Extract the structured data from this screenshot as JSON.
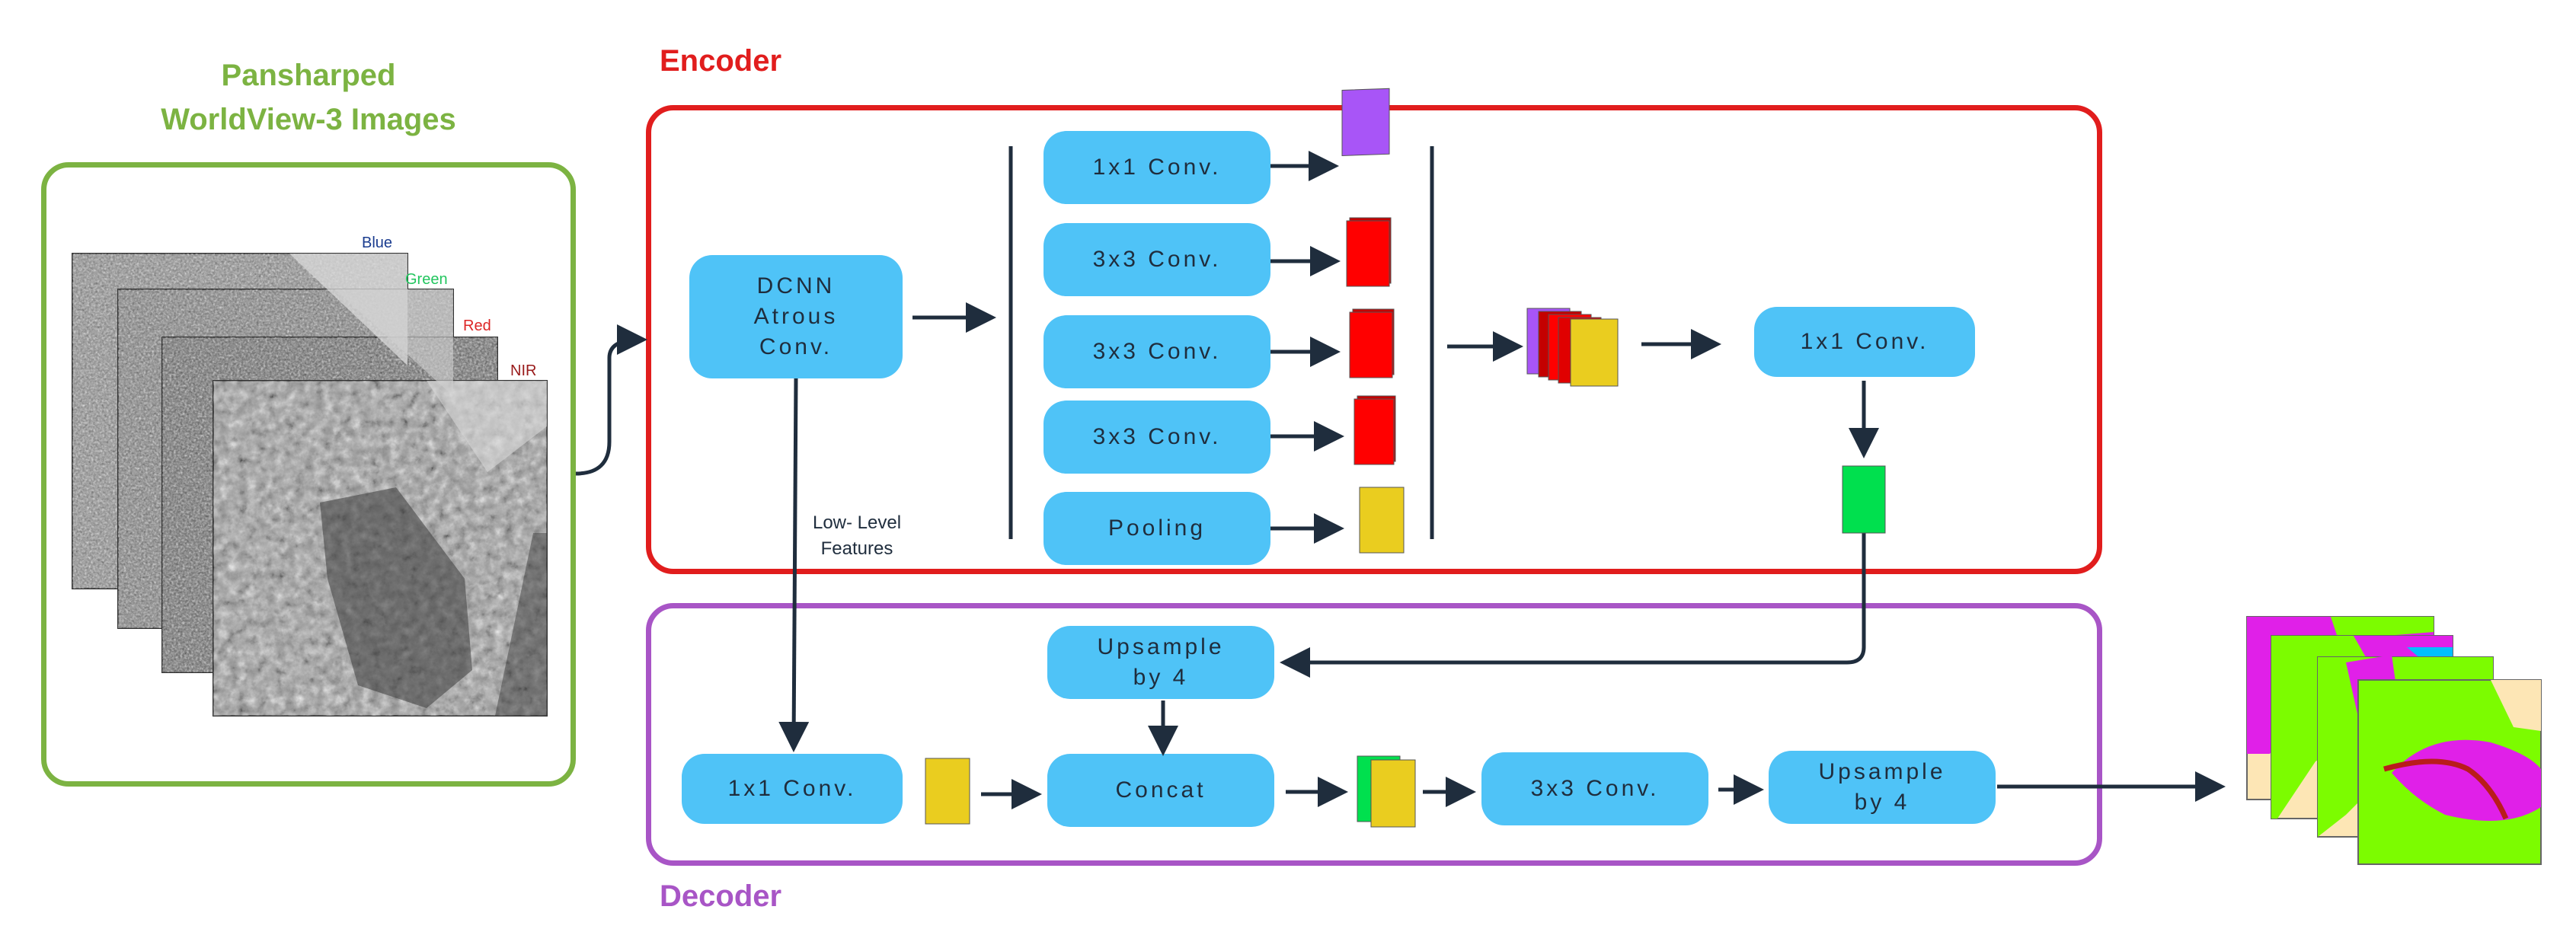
{
  "input": {
    "title_line1": "Pansharped",
    "title_line2": "WorldView-3 Images",
    "bands": [
      {
        "name": "Blue",
        "color": "#1a3c8f"
      },
      {
        "name": "Green",
        "color": "#22c55e"
      },
      {
        "name": "Red",
        "color": "#dc2626"
      },
      {
        "name": "NIR",
        "color": "#991b1b"
      }
    ]
  },
  "encoder": {
    "label": "Encoder",
    "color": "#e11d1d",
    "dcnn_label": "DCNN\nAtrous\nConv.",
    "branches": [
      "1x1 Conv.",
      "3x3 Conv.",
      "3x3 Conv.",
      "3x3 Conv.",
      "Pooling"
    ],
    "branch_feature_colors": [
      "#a855f7",
      "#ff0000",
      "#ff0000",
      "#ff0000",
      "#eacd1f"
    ],
    "projection_label": "1x1 Conv.",
    "encoder_output_color": "#00e04e",
    "low_level_label": "Low- Level\nFeatures"
  },
  "decoder": {
    "label": "Decoder",
    "color": "#a855c6",
    "upsample_top_label": "Upsample\nby 4",
    "low_level_conv_label": "1x1 Conv.",
    "concat_label": "Concat",
    "refine_conv_label": "3x3 Conv.",
    "upsample_bottom_label": "Upsample\nby 4"
  },
  "colors": {
    "accent_block": "#4fc3f7",
    "arrow": "#1f2d3d",
    "input_frame": "#7cb342",
    "output_magenta": "#e020e8",
    "output_green": "#7cfc00",
    "output_cream": "#fde6b5",
    "output_cyan": "#00bfff"
  }
}
